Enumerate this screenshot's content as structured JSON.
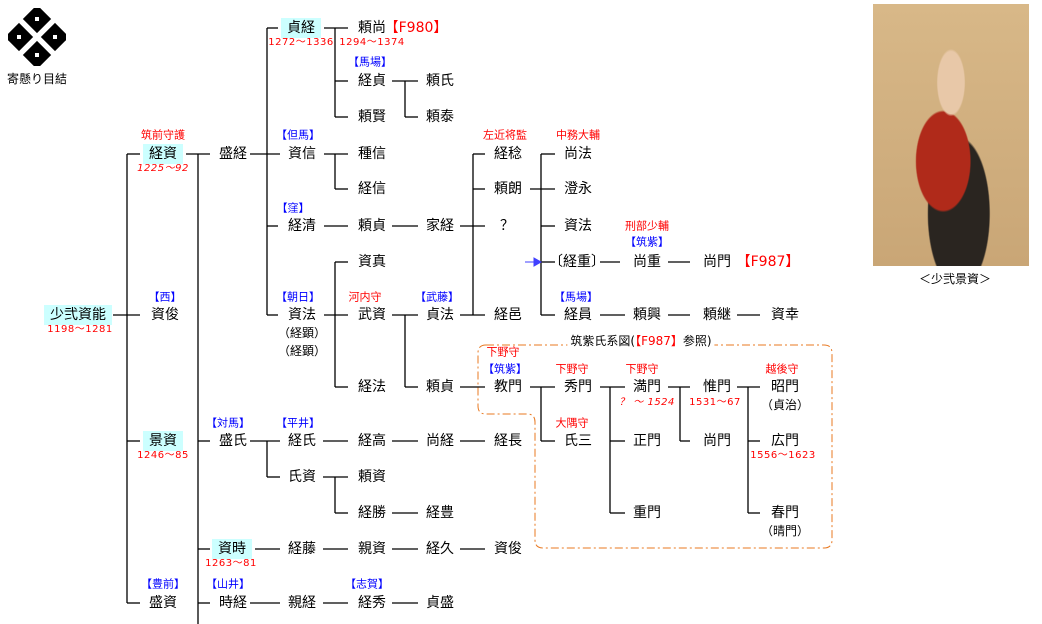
{
  "crest": {
    "label": "寄懸り目結"
  },
  "portrait": {
    "caption": "＜少弐景資＞"
  },
  "box_title": {
    "prefix": "筑紫氏系図(",
    "ref": "【F987】",
    "suffix": "参照)"
  },
  "colors": {
    "highlight": "#ccffff",
    "title_red": "#ff0000",
    "clan_blue": "#0000ff",
    "box_orange": "#e87820"
  },
  "items": {
    "sukeyoshi": "少弐資能",
    "sukeyoshi_d": "1198〜1281",
    "nishi": "【西】",
    "sukeshun1": "資俊",
    "tsunesuke_t": "筑前守護",
    "tsunesuke": "経資",
    "tsunesuke_d": "1225〜92",
    "moritsune": "盛経",
    "sadatsune": "貞経",
    "sadatsune_d": "1272〜1336",
    "yorihisa": "頼尚",
    "f980": "【F980】",
    "yorihisa_d": "1294〜1374",
    "baba1": "【馬場】",
    "tsunesada": "経貞",
    "yoriuji": "頼氏",
    "yorikata": "頼賢",
    "yoriyasu": "頼泰",
    "tajima": "【但馬】",
    "sukenobu": "資信",
    "tanenobu": "種信",
    "tsunenobu": "経信",
    "kubo": "【窪】",
    "tsunekiyo": "経清",
    "yorisada1": "頼貞",
    "ietsune": "家経",
    "unknown": "？",
    "sukezane": "資真",
    "asahi": "【朝日】",
    "sukenori1": "資法",
    "alias1": "（経顕）",
    "alias2": "（経顕）",
    "kawachi": "河内守",
    "takesuke": "武資",
    "muto": "【武藤】",
    "sadanori": "貞法",
    "tsunemura": "経邑",
    "tsunenori": "経法",
    "yorisada2": "頼貞",
    "sakon": "左近将監",
    "tsunetoshi": "経稔",
    "yoriaki": "頼朗",
    "nakatsukasa": "中務大輔",
    "hisanori": "尚法",
    "suminaga": "澄永",
    "sukenori2": "資法",
    "gyobu": "刑部少輔",
    "chikushi1": "【筑紫】",
    "tsuneshige": "〔経重〕",
    "hisashige": "尚重",
    "hisakado1": "尚門",
    "f987": "【F987】",
    "baba2": "【馬場】",
    "tsunekazu": "経員",
    "yorioki": "頼興",
    "yoritsugu": "頼継",
    "sukeyuki": "資幸",
    "shimotsuke1": "下野守",
    "chikushi2": "【筑紫】",
    "norikado": "教門",
    "shimotsuke2": "下野守",
    "hidekado": "秀門",
    "osumi": "大隅守",
    "ujizo": "氏三",
    "shimotsuke3": "下野守",
    "mitsukado": "満門",
    "mitsukado_d": "？ 〜 1524",
    "masakado": "正門",
    "shigekado": "重門",
    "korekado": "惟門",
    "korekado_d": "1531〜67",
    "hisakado2": "尚門",
    "echigo": "越後守",
    "akikado": "昭門",
    "akikado_a": "（貞治）",
    "hirokado": "広門",
    "hirokado_d": "1556〜1623",
    "harukado": "春門",
    "harukado_a": "（晴門）",
    "tsushima": "【対馬】",
    "kagesuke": "景資",
    "kagesuke_d": "1246〜85",
    "moriuji": "盛氏",
    "hirai": "【平井】",
    "tsuneuji": "経氏",
    "tsunetaka": "経高",
    "hisatsune": "尚経",
    "tsunenaga": "経長",
    "ujisuke": "氏資",
    "yorisuke": "頼資",
    "tsunekatsu": "経勝",
    "tsunetoyo": "経豊",
    "suketoki": "資時",
    "suketoki_d": "1263〜81",
    "tsunefuji": "経藤",
    "chikasuke": "親資",
    "tsunehisa": "経久",
    "sukeshun2": "資俊",
    "buzen": "【豊前】",
    "morisuke": "盛資",
    "yamai": "【山井】",
    "tokitsune": "時経",
    "chikatsune": "親経",
    "shiga": "【志賀】",
    "tsunehide": "経秀",
    "sadamori": "貞盛"
  }
}
